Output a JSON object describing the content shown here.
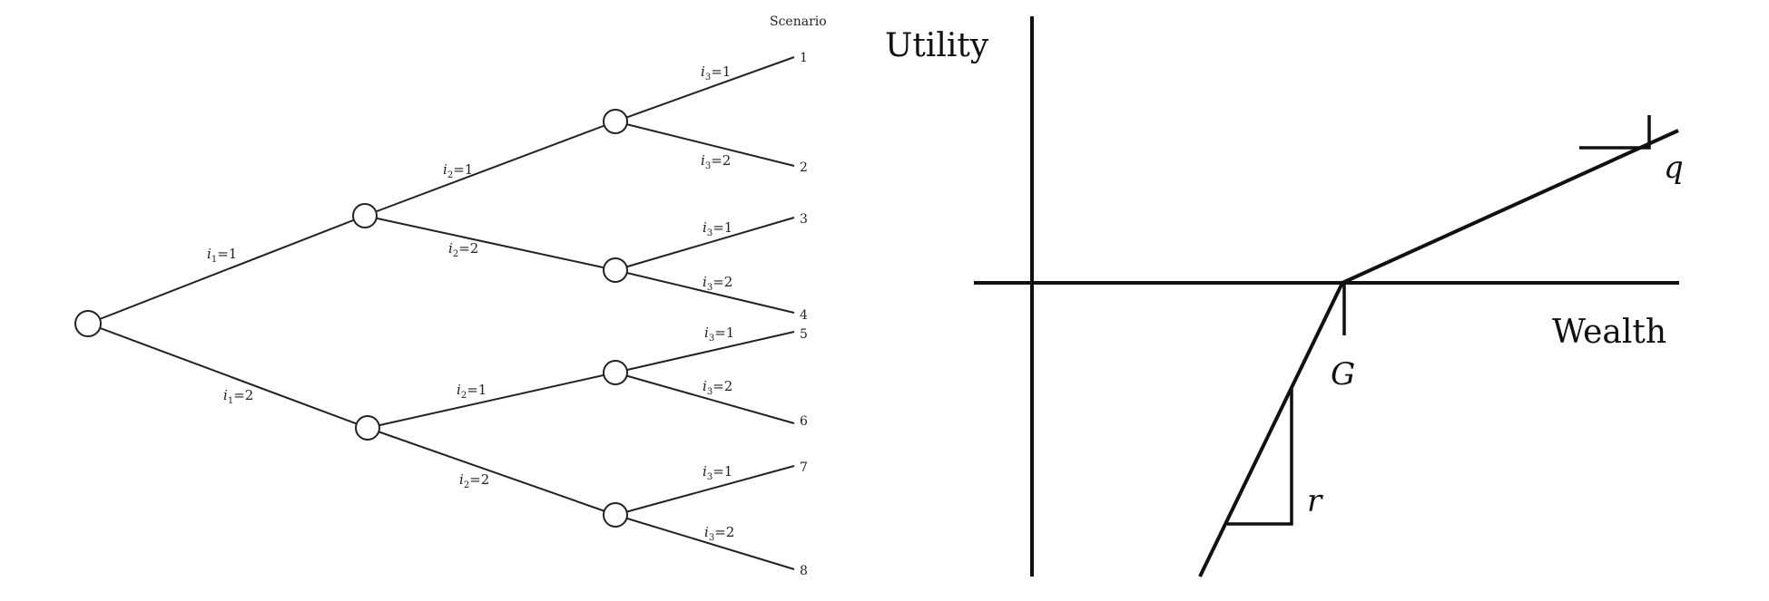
{
  "tree": {
    "header": "Scenario",
    "stage1": [
      {
        "var": "i",
        "sub": "1",
        "val": "1"
      },
      {
        "var": "i",
        "sub": "1",
        "val": "2"
      }
    ],
    "stage2": [
      {
        "var": "i",
        "sub": "2",
        "val": "1"
      },
      {
        "var": "i",
        "sub": "2",
        "val": "2"
      },
      {
        "var": "i",
        "sub": "2",
        "val": "1"
      },
      {
        "var": "i",
        "sub": "2",
        "val": "2"
      }
    ],
    "stage3": [
      {
        "var": "i",
        "sub": "3",
        "val": "1"
      },
      {
        "var": "i",
        "sub": "3",
        "val": "2"
      },
      {
        "var": "i",
        "sub": "3",
        "val": "1"
      },
      {
        "var": "i",
        "sub": "3",
        "val": "2"
      },
      {
        "var": "i",
        "sub": "3",
        "val": "1"
      },
      {
        "var": "i",
        "sub": "3",
        "val": "2"
      },
      {
        "var": "i",
        "sub": "3",
        "val": "1"
      },
      {
        "var": "i",
        "sub": "3",
        "val": "2"
      }
    ],
    "scenarios": [
      "1",
      "2",
      "3",
      "4",
      "5",
      "6",
      "7",
      "8"
    ]
  },
  "utility": {
    "ylabel": "Utility",
    "xlabel": "Wealth",
    "point_label": "G",
    "upper_slope_label": "q",
    "lower_slope_label": "r"
  }
}
